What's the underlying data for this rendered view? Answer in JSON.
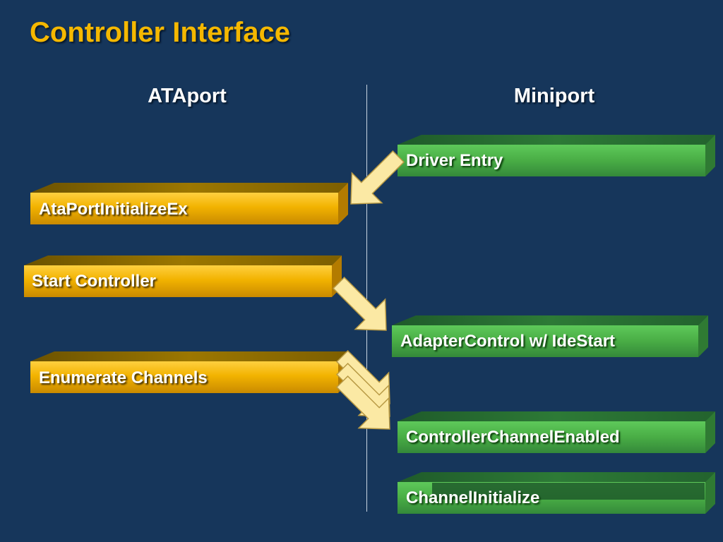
{
  "title": "Controller Interface",
  "columns": {
    "left": "ATAport",
    "right": "Miniport"
  },
  "boxes": {
    "ataport_initialize_ex": "AtaPortInitializeEx",
    "start_controller": "Start Controller",
    "enumerate_channels": "Enumerate Channels",
    "driver_entry": "Driver Entry",
    "adapter_control": "AdapterControl w/ IdeStart",
    "controller_channel_enabled": "ControllerChannelEnabled",
    "channel_initialize": "ChannelInitialize"
  },
  "colors": {
    "background": "#16365b",
    "title": "#f5b800",
    "ataport_box": "#f0b400",
    "miniport_box": "#4cae48",
    "arrow": "#fbe9a4"
  },
  "flows": [
    {
      "from": "Driver Entry",
      "to": "AtaPortInitializeEx"
    },
    {
      "from": "Start Controller",
      "to": "AdapterControl w/ IdeStart"
    },
    {
      "from": "Enumerate Channels",
      "to": "ControllerChannelEnabled"
    }
  ]
}
